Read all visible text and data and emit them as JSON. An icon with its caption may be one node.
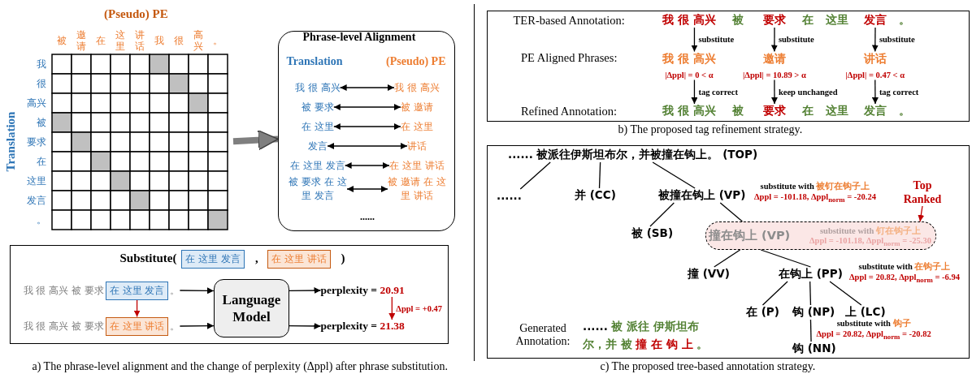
{
  "diagram": {
    "nodes": [
      {
        "text": [
          "(Pseudo) PE",
          "Translation"
        ]
      },
      {
        "text": [
          "Phrase-level Alignment"
        ]
      },
      {
        "text": [
          "我 很 高兴"
        ],
        "in": 1
      },
      {
        "text": [
          "我 很 高兴"
        ],
        "in": 1
      },
      {
        "text": [
          "被 要求"
        ],
        "in": 1
      },
      {
        "text": [
          "被 邀请"
        ],
        "in": 1
      },
      {
        "text": [
          "在 这里"
        ],
        "in": 1
      },
      {
        "text": [
          "在 这里"
        ],
        "in": 1
      },
      {
        "text": [
          "发言"
        ],
        "in": 1
      },
      {
        "text": [
          "讲话"
        ],
        "in": 1
      },
      {
        "text": [
          "在 这里 发言"
        ],
        "in": 1
      },
      {
        "text": [
          "在 这里 讲话"
        ],
        "in": 1
      },
      {
        "text": [
          "被 要求 在 这里 发言"
        ],
        "in": 1
      },
      {
        "text": [
          "被 邀请 在 这里 讲话"
        ],
        "in": 1
      },
      {
        "text": [
          "Substitute(",
          ",",
          ")"
        ]
      },
      {
        "text": [
          "在 这里 发言"
        ],
        "in": 14
      },
      {
        "text": [
          "在 这里 讲话"
        ],
        "in": 14
      },
      {
        "text": [
          "在 这里 发言"
        ],
        "in": 14,
        "beside": [
          "我 很 高兴 被 要求",
          "。"
        ]
      },
      {
        "text": [
          "在 这里 讲话"
        ],
        "in": 14,
        "beside": [
          "我 很 高兴 被 要求",
          "。"
        ]
      },
      {
        "text": [
          "Language Model"
        ],
        "in": 14
      },
      {
        "text": [
          "perplexity = **20.91**"
        ],
        "in": 14
      },
      {
        "text": [
          "perplexity = **21.38**"
        ],
        "in": 14
      },
      {
        "text": [],
        "shape": "box",
        "beside": [
          "b) The proposed tag refinement strategy."
        ]
      },
      {
        "text": [
          "我 很 高兴"
        ],
        "in": 22
      },
      {
        "text": [
          "被"
        ],
        "in": 22
      },
      {
        "text": [
          "要求"
        ],
        "in": 22
      },
      {
        "text": [
          "在"
        ],
        "in": 22
      },
      {
        "text": [
          "这里"
        ],
        "in": 22
      },
      {
        "text": [
          "发言"
        ],
        "in": 22
      },
      {
        "text": [
          "。"
        ],
        "in": 22
      },
      {
        "text": [
          "我 很 高兴"
        ],
        "in": 22,
        "beside": [
          "|Δppl| = 0 < α"
        ]
      },
      {
        "text": [
          "邀请"
        ],
        "in": 22,
        "beside": [
          "|Δppl| = 10.89 > α"
        ]
      },
      {
        "text": [
          "讲话"
        ],
        "in": 22,
        "beside": [
          "|Δppl| = 0.47 < α"
        ]
      },
      {
        "text": [
          "我 很 高兴"
        ],
        "in": 22
      },
      {
        "text": [
          "被"
        ],
        "in": 22
      },
      {
        "text": [
          "要求"
        ],
        "in": 22
      },
      {
        "text": [
          "在"
        ],
        "in": 22
      },
      {
        "text": [
          "这里"
        ],
        "in": 22
      },
      {
        "text": [
          "发言"
        ],
        "in": 22
      },
      {
        "text": [
          "。"
        ],
        "in": 22
      },
      {
        "text": [],
        "shape": "box",
        "beside": [
          "c) The proposed tree-based annotation strategy."
        ]
      },
      {
        "text": [
          "...... 被派往伊斯坦布尔，并被撞在钩上。 (TOP)"
        ],
        "in": 40
      },
      {
        "text": [
          "......"
        ],
        "in": 40
      },
      {
        "text": [
          "并 (CC)"
        ],
        "in": 40
      },
      {
        "text": [
          "被撞在钩上 (VP)"
        ],
        "in": 40,
        "beside": [
          "substitute with **被钉在钩子上**",
          "Δppl = -101.18, Δppl$_{norm}$ = -20.24"
        ]
      },
      {
        "text": [
          "被 (SB)"
        ],
        "in": 40
      },
      {
        "text": [
          "撞在钩上 (VP)",
          "substitute with **钉在钩子上**",
          "Δppl = -101.18, Δppl$_{norm}$ = -25.30"
        ],
        "in": 40
      },
      {
        "text": [
          "撞 (VV)"
        ],
        "in": 40
      },
      {
        "text": [
          "在钩上 (PP)"
        ],
        "in": 40,
        "beside": [
          "substitute with **在钩子上**",
          "Δppl = 20.82, Δppl$_{norm}$ = -6.94"
        ]
      },
      {
        "text": [
          "在 (P)"
        ],
        "in": 40
      },
      {
        "text": [
          "钩 (NP)"
        ],
        "in": 40,
        "beside": [
          "substitute with **钩子**",
          "Δppl = 20.82, Δppl$_{norm}$ = -20.82"
        ]
      },
      {
        "text": [
          "上 (LC)"
        ],
        "in": 40
      },
      {
        "text": [
          "钩 (NN)"
        ],
        "in": 40
      },
      {
        "text": [
          "Top Ranked"
        ],
        "in": 40
      }
    ],
    "edges": [
      {
        "from": 0,
        "to": 1,
        "arrow": "to",
        "style": "thick",
        "color": "#7f7f7f"
      },
      {
        "from": 2,
        "to": 3,
        "arrow": "both"
      },
      {
        "from": 4,
        "to": 5,
        "arrow": "both"
      },
      {
        "from": 6,
        "to": 7,
        "arrow": "both"
      },
      {
        "from": 8,
        "to": 9,
        "arrow": "both"
      },
      {
        "from": 10,
        "to": 11,
        "arrow": "both"
      },
      {
        "from": 12,
        "to": 13,
        "arrow": "both"
      },
      {
        "from": 17,
        "to": 18,
        "arrow": "to",
        "color": "#c00000"
      },
      {
        "from": 17,
        "to": 19,
        "arrow": "to"
      },
      {
        "from": 18,
        "to": 19,
        "arrow": "to"
      },
      {
        "from": 19,
        "to": 20,
        "arrow": "to"
      },
      {
        "from": 19,
        "to": 21,
        "arrow": "to"
      },
      {
        "from": 20,
        "to": 21,
        "arrow": "to",
        "label": "Δppl = +0.47",
        "color": "#c00000"
      },
      {
        "from": 23,
        "to": 30,
        "arrow": "to",
        "label": "substitute"
      },
      {
        "from": 25,
        "to": 31,
        "arrow": "to",
        "label": "substitute"
      },
      {
        "from": 28,
        "to": 32,
        "arrow": "to",
        "label": "substitute"
      },
      {
        "from": 30,
        "to": 33,
        "arrow": "to",
        "label": "tag correct"
      },
      {
        "from": 31,
        "to": 35,
        "arrow": "to",
        "label": "keep unchanged"
      },
      {
        "from": 32,
        "to": 38,
        "arrow": "to",
        "label": "tag correct"
      },
      {
        "from": 41,
        "to": 42,
        "arrow": "none"
      },
      {
        "from": 41,
        "to": 43,
        "arrow": "none"
      },
      {
        "from": 41,
        "to": 44,
        "arrow": "none"
      },
      {
        "from": 44,
        "to": 45,
        "arrow": "none"
      },
      {
        "from": 44,
        "to": 46,
        "arrow": "none"
      },
      {
        "from": 46,
        "to": 47,
        "arrow": "none"
      },
      {
        "from": 46,
        "to": 48,
        "arrow": "none"
      },
      {
        "from": 48,
        "to": 49,
        "arrow": "none"
      },
      {
        "from": 48,
        "to": 50,
        "arrow": "none"
      },
      {
        "from": 48,
        "to": 51,
        "arrow": "none"
      },
      {
        "from": 50,
        "to": 52,
        "arrow": "none"
      },
      {
        "from": 53,
        "to": 46,
        "arrow": "to",
        "color": "#c00000"
      }
    ],
    "labels": [
      "被",
      "邀请",
      "在",
      "这里",
      "讲话",
      "我",
      "很",
      "高兴",
      "。",
      "我",
      "很",
      "高兴",
      "被",
      "要求",
      "在",
      "这里",
      "发言",
      "。",
      "Translation",
      "(Pseudo) PE",
      "......",
      "a) The phrase-level alignment and the change of perplexity (Δppl) after phrase substitution.",
      "TER-based Annotation:",
      "PE Aligned Phrases:",
      "Refined Annotation:",
      "Generated Annotation:",
      "...... *被 派往 伊斯坦布尔，并 被* **撞 在 钩 上** *。*"
    ]
  }
}
